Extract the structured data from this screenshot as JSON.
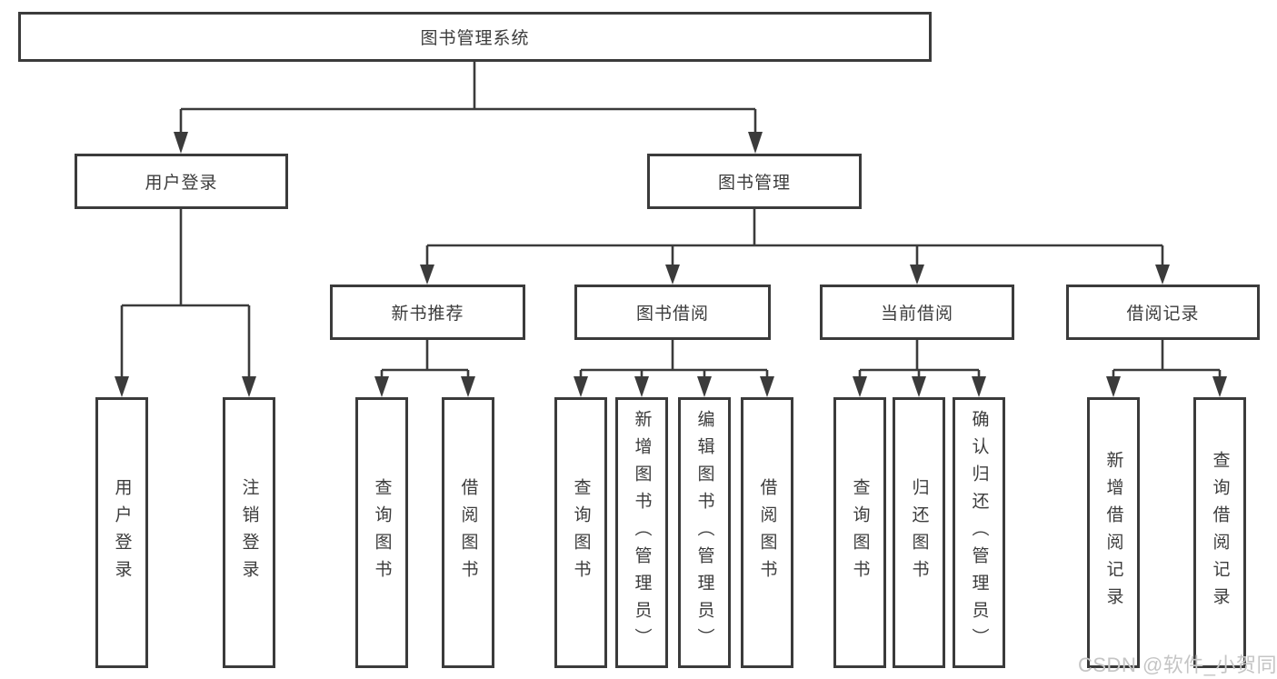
{
  "tree": {
    "label": "图书管理系统",
    "children": [
      {
        "label": "用户登录",
        "children": [
          {
            "label": "用户登录"
          },
          {
            "label": "注销登录"
          }
        ]
      },
      {
        "label": "图书管理",
        "children": [
          {
            "label": "新书推荐",
            "children": [
              {
                "label": "查询图书"
              },
              {
                "label": "借阅图书"
              }
            ]
          },
          {
            "label": "图书借阅",
            "children": [
              {
                "label": "查询图书"
              },
              {
                "label": "新增图书（管理员）"
              },
              {
                "label": "编辑图书（管理员）"
              },
              {
                "label": "借阅图书"
              }
            ]
          },
          {
            "label": "当前借阅",
            "children": [
              {
                "label": "查询图书"
              },
              {
                "label": "归还图书"
              },
              {
                "label": "确认归还（管理员）"
              }
            ]
          },
          {
            "label": "借阅记录",
            "children": [
              {
                "label": "新增借阅记录"
              },
              {
                "label": "查询借阅记录"
              }
            ]
          }
        ]
      }
    ]
  },
  "watermark": {
    "text": "CSDN @软件_小贺同学"
  },
  "colors": {
    "line": "#3b3b3b",
    "text": "#3c3c3c",
    "watermark": "#c5c5c5"
  }
}
